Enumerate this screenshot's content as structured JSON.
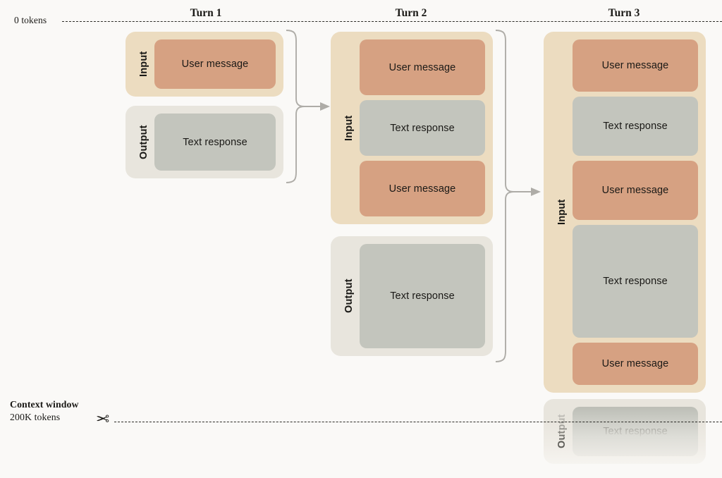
{
  "diagram": {
    "title_axis_top": "0 tokens",
    "context_window": {
      "title": "Context window",
      "subtitle": "200K tokens",
      "scissors_icon": "scissors-icon",
      "scissors_glyph": "✂"
    },
    "labels": {
      "input": "Input",
      "output": "Output",
      "user_message": "User message",
      "text_response": "Text response"
    },
    "colors": {
      "background": "#faf9f7",
      "input_container": "#ecdcc0",
      "output_container": "#e8e5dd",
      "user_message_block": "#d6a182",
      "text_response_block": "#c3c5bd",
      "dashed_line": "#2b2a26",
      "connector": "#aeaca7",
      "text": "#1a1916"
    },
    "turns": [
      {
        "title": "Turn 1",
        "sections": [
          {
            "label": "Input",
            "blocks": [
              {
                "type": "user",
                "text": "User message"
              }
            ]
          },
          {
            "label": "Output",
            "blocks": [
              {
                "type": "text",
                "text": "Text response"
              }
            ]
          }
        ]
      },
      {
        "title": "Turn 2",
        "sections": [
          {
            "label": "Input",
            "blocks": [
              {
                "type": "user",
                "text": "User message"
              },
              {
                "type": "text",
                "text": "Text response"
              },
              {
                "type": "user",
                "text": "User message"
              }
            ]
          },
          {
            "label": "Output",
            "blocks": [
              {
                "type": "text",
                "text": "Text response"
              }
            ]
          }
        ]
      },
      {
        "title": "Turn 3",
        "sections": [
          {
            "label": "Input",
            "blocks": [
              {
                "type": "user",
                "text": "User message"
              },
              {
                "type": "text",
                "text": "Text response"
              },
              {
                "type": "user",
                "text": "User message"
              },
              {
                "type": "text",
                "text": "Text response"
              },
              {
                "type": "user",
                "text": "User message"
              }
            ]
          },
          {
            "label": "Output",
            "truncated": true,
            "blocks": [
              {
                "type": "text",
                "text": "Text response"
              }
            ]
          }
        ]
      }
    ],
    "connectors": [
      {
        "from": "Turn 1",
        "to": "Turn 2",
        "name": "arrow-turn1-to-turn2"
      },
      {
        "from": "Turn 2",
        "to": "Turn 3",
        "name": "arrow-turn2-to-turn3"
      }
    ]
  }
}
